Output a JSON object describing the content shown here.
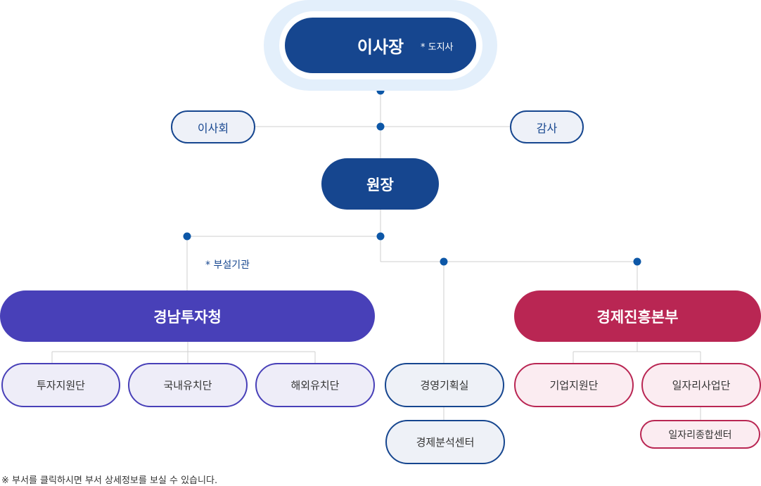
{
  "colors": {
    "navy": "#16468f",
    "purple": "#4840b8",
    "crimson": "#b92653",
    "connector_dot": "#0d57a7",
    "line": "#cfcfcf"
  },
  "chairman": {
    "label": "이사장",
    "note": "* 도지사"
  },
  "board": {
    "label": "이사회"
  },
  "audit": {
    "label": "감사"
  },
  "director": {
    "label": "원장"
  },
  "attached_note": "* 부설기관",
  "investment_agency": {
    "label": "경남투자청",
    "units": [
      "투자지원단",
      "국내유치단",
      "해외유치단"
    ]
  },
  "planning": {
    "label": "경영기획실",
    "sub": "경제분석센터"
  },
  "economic_hq": {
    "label": "경제진흥본부",
    "units": [
      "기업지원단",
      "일자리사업단"
    ],
    "job_center": "일자리종합센터"
  },
  "footnote": "※ 부서를 클릭하시면 부서 상세정보를 보실 수 있습니다."
}
